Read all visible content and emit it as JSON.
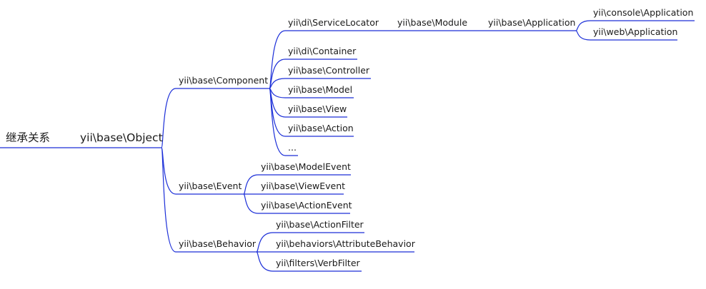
{
  "diagram": {
    "root": {
      "id": "root",
      "label": "继承关系"
    },
    "nodes": [
      {
        "id": "object",
        "label": "yii\\base\\Object",
        "parent": "root"
      },
      {
        "id": "component",
        "label": "yii\\base\\Component",
        "parent": "object"
      },
      {
        "id": "servicelocator",
        "label": "yii\\di\\ServiceLocator",
        "parent": "component"
      },
      {
        "id": "module",
        "label": "yii\\base\\Module",
        "parent": "servicelocator"
      },
      {
        "id": "application",
        "label": "yii\\base\\Application",
        "parent": "module"
      },
      {
        "id": "consoleapp",
        "label": "yii\\console\\Application",
        "parent": "application"
      },
      {
        "id": "webapp",
        "label": "yii\\web\\Application",
        "parent": "application"
      },
      {
        "id": "container",
        "label": "yii\\di\\Container",
        "parent": "component"
      },
      {
        "id": "controller",
        "label": "yii\\base\\Controller",
        "parent": "component"
      },
      {
        "id": "model",
        "label": "yii\\base\\Model",
        "parent": "component"
      },
      {
        "id": "view",
        "label": "yii\\base\\View",
        "parent": "component"
      },
      {
        "id": "action",
        "label": "yii\\base\\Action",
        "parent": "component"
      },
      {
        "id": "ellipsis",
        "label": "...",
        "parent": "component"
      },
      {
        "id": "event",
        "label": "yii\\base\\Event",
        "parent": "object"
      },
      {
        "id": "modelevent",
        "label": "yii\\base\\ModelEvent",
        "parent": "event"
      },
      {
        "id": "viewevent",
        "label": "yii\\base\\ViewEvent",
        "parent": "event"
      },
      {
        "id": "actionevent",
        "label": "yii\\base\\ActionEvent",
        "parent": "event"
      },
      {
        "id": "behavior",
        "label": "yii\\base\\Behavior",
        "parent": "object"
      },
      {
        "id": "actionfilter",
        "label": "yii\\base\\ActionFilter",
        "parent": "behavior"
      },
      {
        "id": "attributebehavior",
        "label": "yii\\behaviors\\AttributeBehavior",
        "parent": "behavior"
      },
      {
        "id": "verbfilter",
        "label": "yii\\filters\\VerbFilter",
        "parent": "behavior"
      }
    ],
    "colors": {
      "edge": "#1c2fd8",
      "text": "#1a1a1a",
      "background": "#ffffff"
    }
  }
}
